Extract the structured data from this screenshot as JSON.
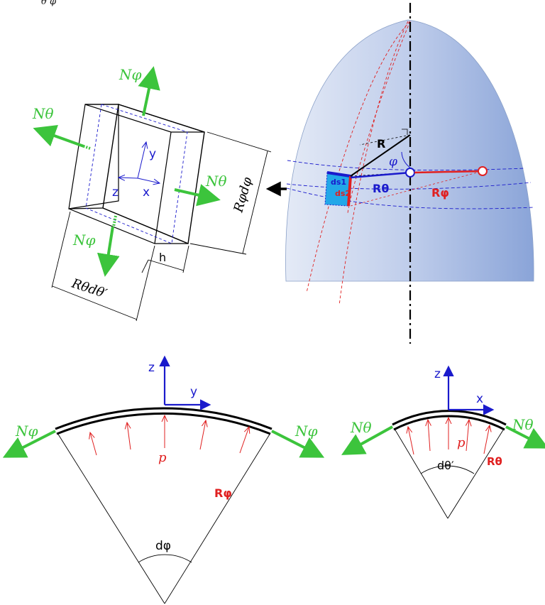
{
  "top_fragment": "θ  φ",
  "colors": {
    "green": "#3cc43c",
    "blue": "#1a1acc",
    "red": "#e02020",
    "black": "#000000",
    "shell_light": "#dbe3f4",
    "shell_dark": "#8aa4d8",
    "cyan": "#22a7e8"
  },
  "element": {
    "n_phi_top": "Nφ",
    "n_theta_left": "Nθ",
    "n_theta_right": "Nθ",
    "n_phi_bottom": "Nφ",
    "axis_y": "y",
    "axis_z": "z",
    "axis_x": "x",
    "dim_right": "Rφdφ",
    "dim_bottom": "Rθdθ′",
    "thickness": "h"
  },
  "shell": {
    "r_cyl": "R",
    "phi": "φ",
    "ds1": "ds1",
    "ds2": "ds2",
    "r_theta": "Rθ",
    "r_phi": "Rφ"
  },
  "meridian_section": {
    "axis_z": "z",
    "axis_y": "y",
    "n_phi_left": "Nφ",
    "n_phi_right": "Nφ",
    "p": "p",
    "r_phi": "Rφ",
    "angle": "dφ"
  },
  "circumferential_section": {
    "axis_z": "z",
    "axis_x": "x",
    "n_theta_left": "Nθ",
    "n_theta_right": "Nθ",
    "p": "p",
    "r_theta": "Rθ",
    "angle": "dθ′"
  }
}
